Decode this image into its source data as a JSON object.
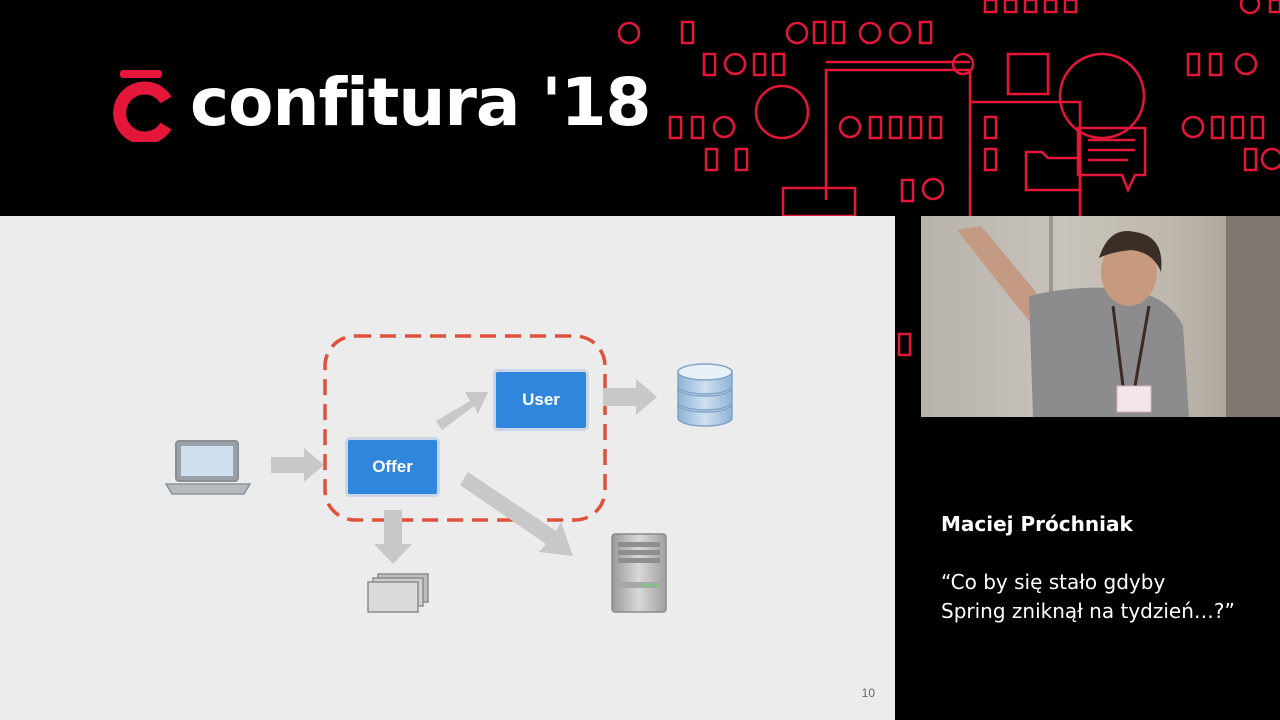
{
  "header": {
    "brand": "confitura '18",
    "colors": {
      "accent": "#e4163a",
      "background": "#000000"
    }
  },
  "slide": {
    "nodes": {
      "offer": "Offer",
      "user": "User"
    },
    "icons": [
      "laptop-icon",
      "database-icon",
      "documents-icon",
      "server-icon"
    ],
    "colors": {
      "node": "#2f86dc",
      "arrow": "#c8c8c8",
      "boundary": "#e0503a",
      "background": "#ececec"
    },
    "page_number": "10"
  },
  "speaker": {
    "name": "Maciej Próchniak",
    "talk_title_line1": "“Co by się stało gdyby",
    "talk_title_line2": "Spring zniknął na tydzień…?”"
  }
}
